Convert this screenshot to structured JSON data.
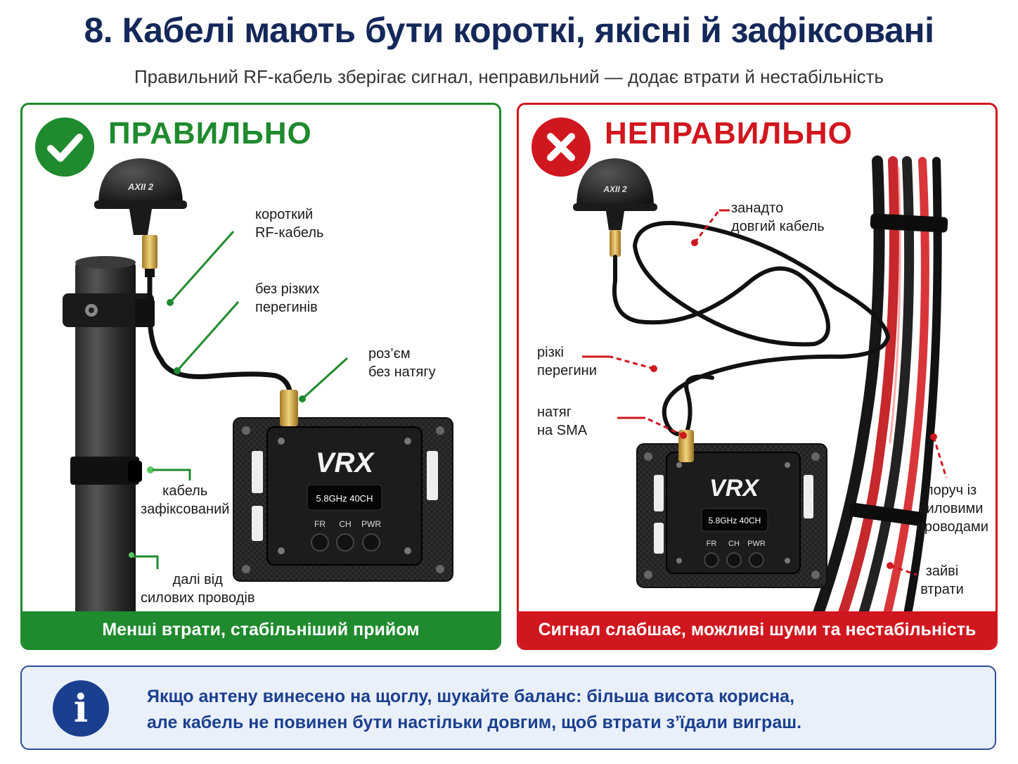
{
  "title": "8. Кабелі мають бути короткі, якісні й зафіксовані",
  "subtitle": "Правильний RF-кабель зберігає сигнал, неправильний — додає втрати й нестабільність",
  "colors": {
    "good": "#1f8a2e",
    "bad": "#d0171f",
    "navy": "#14285a",
    "info": "#1b3f8f"
  },
  "good": {
    "icon": "check-icon",
    "heading": "ПРАВИЛЬНО",
    "antenna_brand": "AXII 2",
    "device": {
      "name": "VRX",
      "screen": "5.8GHz 40CH",
      "buttons": [
        "FR",
        "CH",
        "PWR"
      ]
    },
    "labels": [
      "короткий\nRF-кабель",
      "без різких\nперегинів",
      "роз’єм\nбез натягу",
      "кабель\nзафіксований",
      "далі від\nсилових проводів"
    ],
    "footer": "Менші втрати, стабільніший прийом"
  },
  "bad": {
    "icon": "cross-icon",
    "heading": "НЕПРАВИЛЬНО",
    "antenna_brand": "AXII 2",
    "device": {
      "name": "VRX",
      "screen": "5.8GHz 40CH",
      "buttons": [
        "FR",
        "CH",
        "PWR"
      ]
    },
    "labels": [
      "занадто\nдовгий кабель",
      "різкі\nперегини",
      "натяг\nна SMA",
      "поруч із\nсиловими\nпроводами",
      "зайві\nвтрати"
    ],
    "footer": "Сигнал слабшає, можливі шуми та нестабільність"
  },
  "info": {
    "icon": "info-icon",
    "icon_glyph": "i",
    "lines": [
      "Якщо антену винесено на щоглу, шукайте баланс: більша висота корисна,",
      "але кабель не повинен бути настільки довгим, щоб втрати з’їдали виграш."
    ]
  }
}
